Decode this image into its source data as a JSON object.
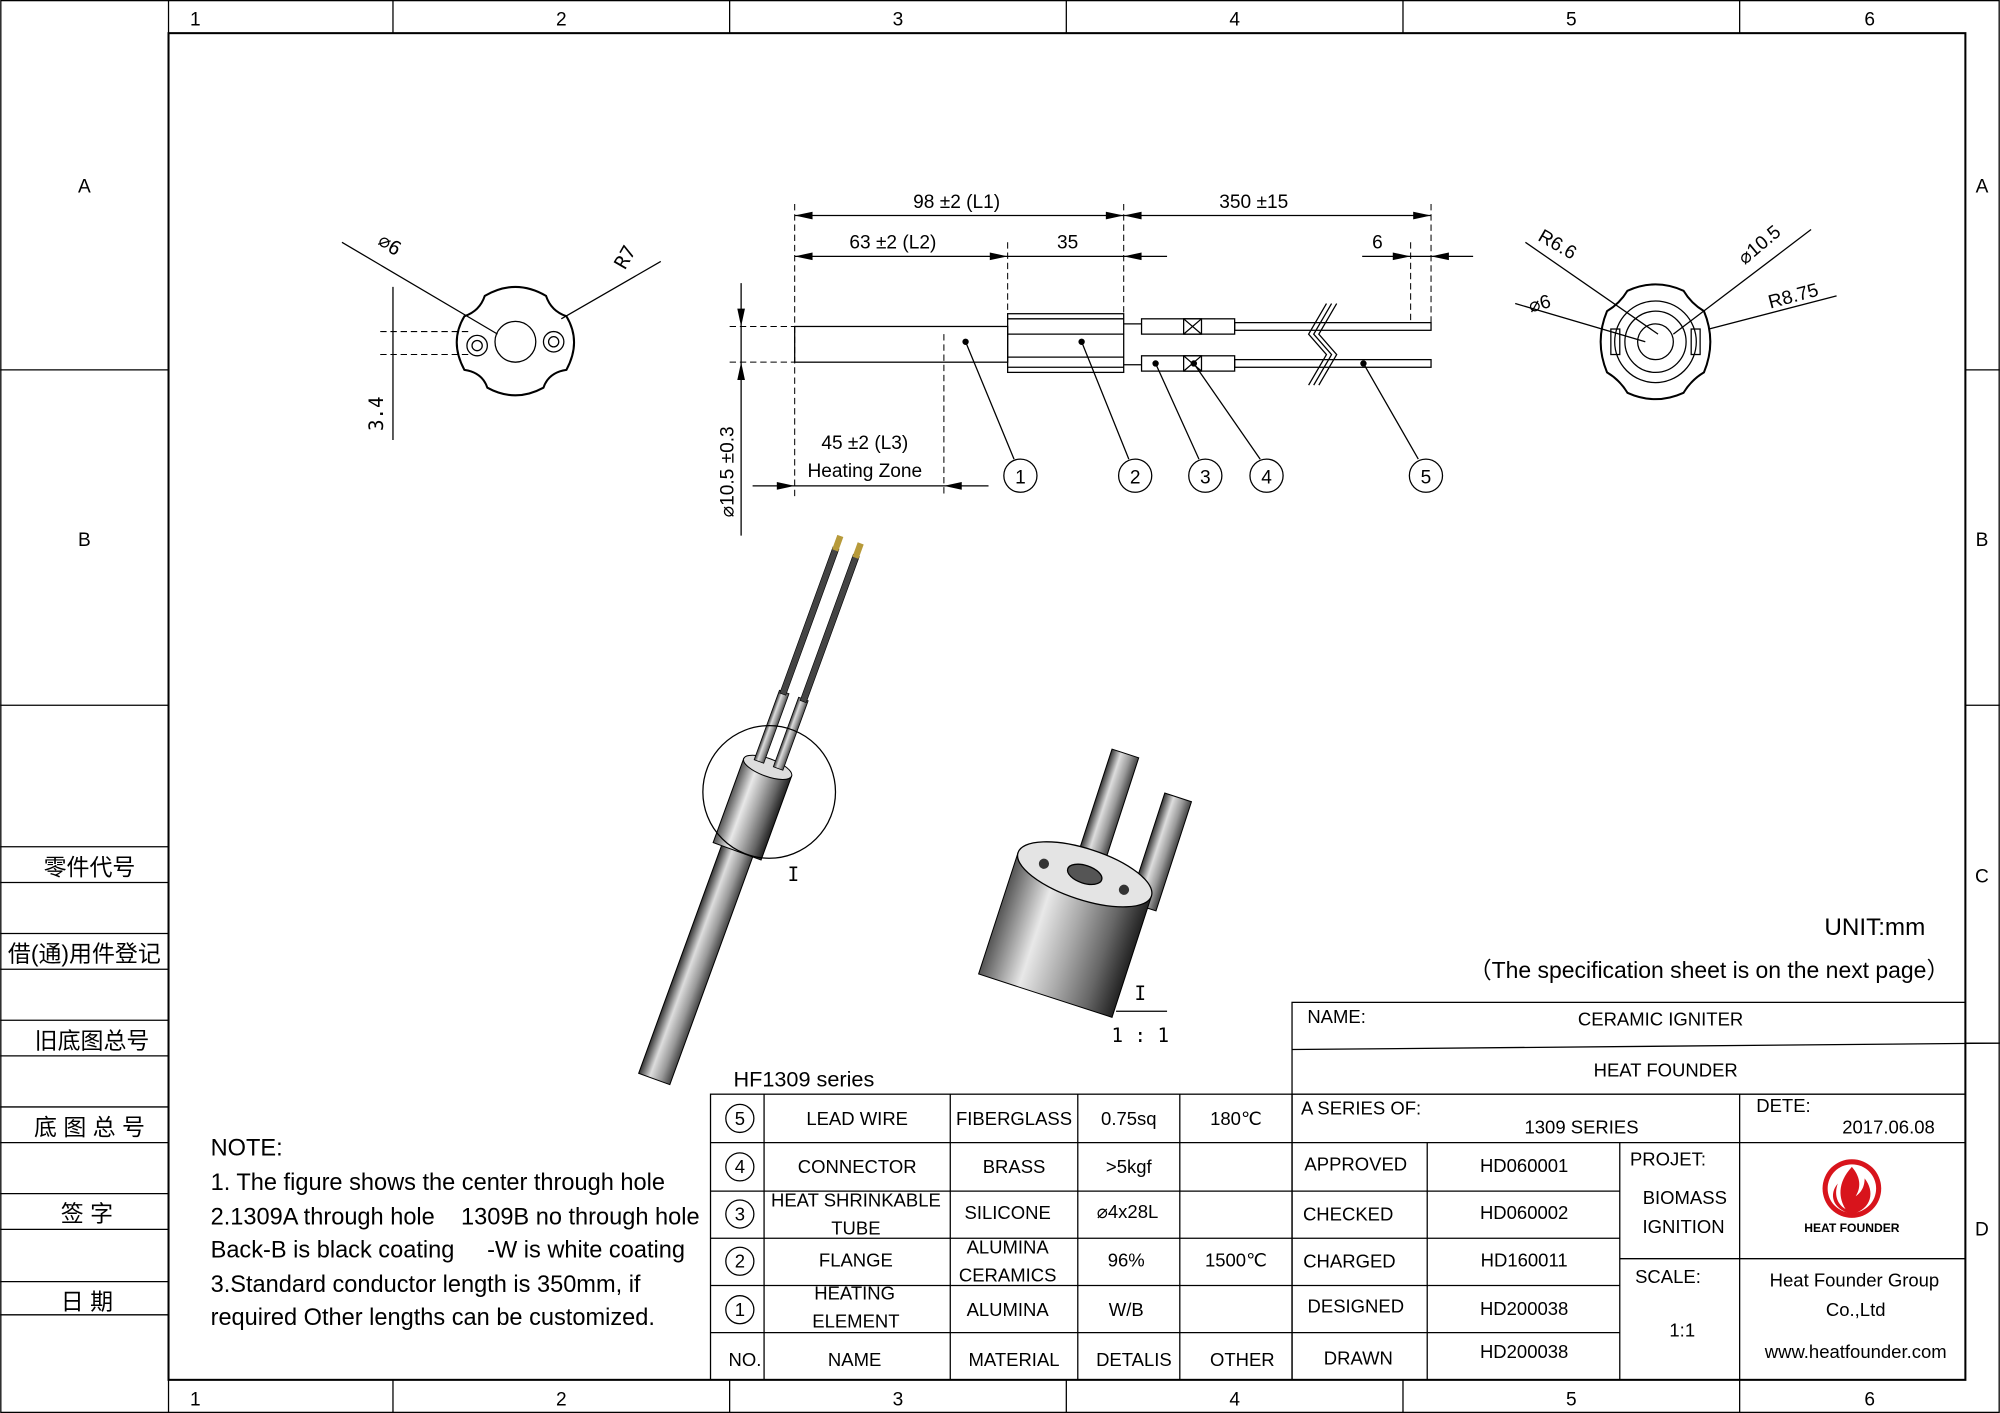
{
  "frame": {
    "columns": [
      "1",
      "2",
      "3",
      "4",
      "5",
      "6"
    ],
    "rows": [
      "A",
      "B",
      "C",
      "D"
    ],
    "side_labels": [
      "零件代号",
      "借(通)用件登记",
      "旧底图总号",
      "底 图 总 号",
      "签    字",
      "日    期"
    ]
  },
  "drawing": {
    "dimensions": {
      "l1": "98 ±2 (L1)",
      "lead": "350 ±15",
      "l2": "63 ±2 (L2)",
      "flange": "35",
      "strip": "6",
      "l3": "45 ±2 (L3)",
      "heating_zone": "Heating Zone",
      "diameter": "⌀10.5 ±0.3",
      "left_hole": "⌀6",
      "left_radius": "R7",
      "left_offset": "3.4",
      "right_r66": "R6.6",
      "right_d6": "⌀6",
      "right_d105": "⌀10.5",
      "right_r875": "R8.75"
    },
    "balloons": [
      "1",
      "2",
      "3",
      "4",
      "5"
    ],
    "detail_label": "I",
    "detail_callout": "I",
    "detail_scale": "1 : 1",
    "unit": "UNIT:mm",
    "spec_note": "（The specification sheet is on the next page）"
  },
  "notes": {
    "title": "NOTE:",
    "lines": [
      "1. The figure shows the center through hole",
      "2.1309A through hole    1309B no through hole",
      "Back-B is black coating     -W is white coating",
      "3.Standard conductor length is 350mm, if",
      "required Other lengths can be customized."
    ]
  },
  "bom": {
    "series": "HF1309 series",
    "rows": [
      {
        "no": "5",
        "name": [
          "LEAD WIRE"
        ],
        "material": [
          "FIBERGLASS"
        ],
        "details": "0.75sq",
        "other": "180℃"
      },
      {
        "no": "4",
        "name": [
          "CONNECTOR"
        ],
        "material": [
          "BRASS"
        ],
        "details": ">5kgf",
        "other": ""
      },
      {
        "no": "3",
        "name": [
          "HEAT SHRINKABLE",
          "TUBE"
        ],
        "material": [
          "SILICONE"
        ],
        "details": "⌀4x28L",
        "other": ""
      },
      {
        "no": "2",
        "name": [
          "FLANGE"
        ],
        "material": [
          "ALUMINA",
          "CERAMICS"
        ],
        "details": "96%",
        "other": "1500℃"
      },
      {
        "no": "1",
        "name": [
          "HEATING",
          "ELEMENT"
        ],
        "material": [
          "ALUMINA"
        ],
        "details": "W/B",
        "other": ""
      }
    ],
    "header": {
      "no": "NO.",
      "name": "NAME",
      "material": "MATERIAL",
      "details": "DETALIS",
      "other": "OTHER"
    }
  },
  "title_block": {
    "name_label": "NAME:",
    "name_value": "CERAMIC IGNITER",
    "company_header": "HEAT FOUNDER",
    "series_label": "A SERIES OF:",
    "series_value": "1309 SERIES",
    "date_label": "DETE:",
    "date_value": "2017.06.08",
    "approvals": [
      {
        "role": "APPROVED",
        "code": "HD060001"
      },
      {
        "role": "CHECKED",
        "code": "HD060002"
      },
      {
        "role": "CHARGED",
        "code": "HD160011"
      },
      {
        "role": "DESIGNED",
        "code": "HD200038"
      },
      {
        "role": "DRAWN",
        "code": "HD200038"
      }
    ],
    "project_label": "PROJET:",
    "project_value": [
      "BIOMASS",
      "IGNITION"
    ],
    "logo_text": "HEAT FOUNDER",
    "scale_label": "SCALE:",
    "scale_value": "1:1",
    "company": [
      "Heat Founder Group",
      "Co.,Ltd"
    ],
    "website": "www.heatfounder.com",
    "brand_color": "#d8141c"
  }
}
